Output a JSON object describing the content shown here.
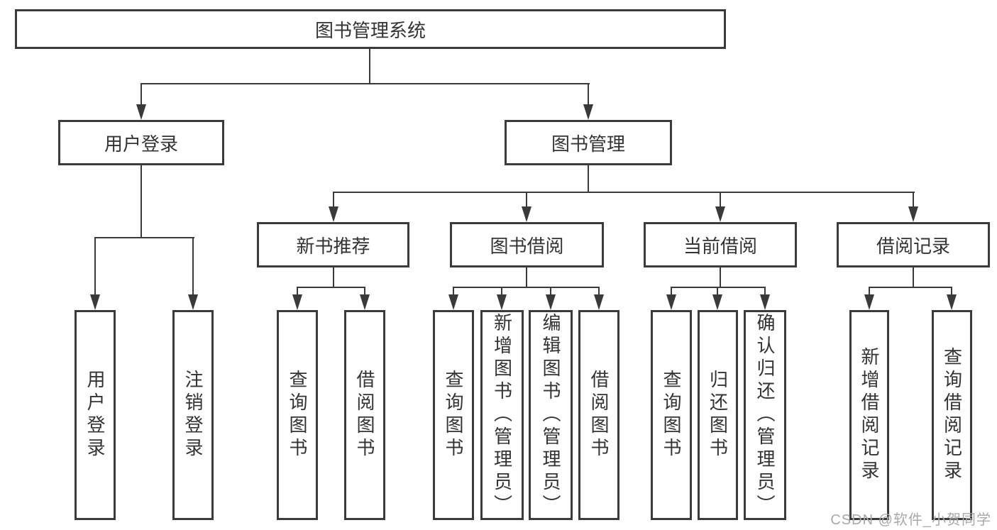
{
  "tree": {
    "label": "图书管理系统",
    "children": [
      {
        "label": "用户登录",
        "children": [
          {
            "label": "用户登录"
          },
          {
            "label": "注销登录"
          }
        ]
      },
      {
        "label": "图书管理",
        "children": [
          {
            "label": "新书推荐",
            "children": [
              {
                "label": "查询图书"
              },
              {
                "label": "借阅图书"
              }
            ]
          },
          {
            "label": "图书借阅",
            "children": [
              {
                "label": "查询图书"
              },
              {
                "label": "新增图书（管理员）"
              },
              {
                "label": "编辑图书（管理员）"
              },
              {
                "label": "借阅图书"
              }
            ]
          },
          {
            "label": "当前借阅",
            "children": [
              {
                "label": "查询图书"
              },
              {
                "label": "归还图书"
              },
              {
                "label": "确认归还（管理员）"
              }
            ]
          },
          {
            "label": "借阅记录",
            "children": [
              {
                "label": "新增借阅记录"
              },
              {
                "label": "查询借阅记录"
              }
            ]
          }
        ]
      }
    ]
  },
  "watermark": {
    "text": "CSDN @软件_小贺同学"
  },
  "colors": {
    "line": "#3a3a3a",
    "text": "#333333",
    "background": "#ffffff",
    "watermark": "#a9a9a9"
  }
}
